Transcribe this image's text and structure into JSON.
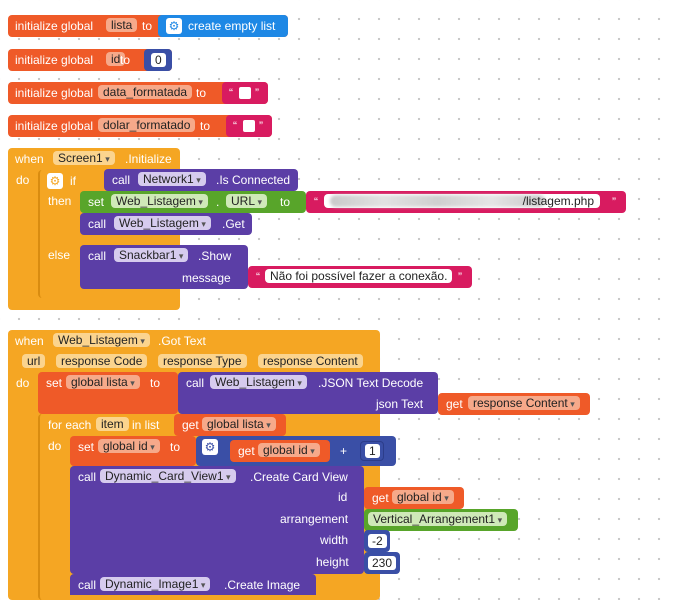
{
  "globals": [
    {
      "init_label": "initialize global",
      "name": "lista",
      "to": "to",
      "value": "create empty list"
    },
    {
      "init_label": "initialize global",
      "name": "id",
      "to": "to",
      "value": "0"
    },
    {
      "init_label": "initialize global",
      "name": "data_formatada",
      "to": "to",
      "value": ""
    },
    {
      "init_label": "initialize global",
      "name": "dolar_formatado",
      "to": "to",
      "value": ""
    }
  ],
  "screen_init": {
    "when": "when",
    "component": "Screen1",
    "event": ".Initialize",
    "do": "do",
    "if": "if",
    "call": "call",
    "network": "Network1",
    "is_connected": ".Is Connected",
    "then": "then",
    "set": "set",
    "web": "Web_Listagem",
    "dot": ".",
    "url_prop": "URL",
    "to": "to",
    "url_suffix": "/listagem.php",
    "call2": "call",
    "web2": "Web_Listagem",
    "get_method": ".Get",
    "else": "else",
    "call3": "call",
    "snackbar": "Snackbar1",
    "show": ".Show",
    "message": "message",
    "message_text": "Não foi possível fazer a conexão."
  },
  "got_text": {
    "when": "when",
    "component": "Web_Listagem",
    "event": ".Got Text",
    "params": [
      "url",
      "response Code",
      "response Type",
      "response Content"
    ],
    "do": "do",
    "set": "set",
    "global_lista": "global lista",
    "to": "to",
    "call": "call",
    "web": "Web_Listagem",
    "json_decode": ".JSON Text Decode",
    "json_text": "json Text",
    "get": "get",
    "response_content": "response Content",
    "for_each": "for each",
    "item": "item",
    "in_list": "in list",
    "get2": "get",
    "global_lista2": "global lista",
    "do2": "do",
    "set2": "set",
    "global_id": "global id",
    "to2": "to",
    "get3": "get",
    "global_id2": "global id",
    "plus": "+",
    "one": "1",
    "call_card": "call",
    "card_component": "Dynamic_Card_View1",
    "create_card": ".Create Card View",
    "id_label": "id",
    "get4": "get",
    "global_id3": "global id",
    "arrangement_label": "arrangement",
    "arrangement_value": "Vertical_Arrangement1",
    "width_label": "width",
    "width_value": "-2",
    "height_label": "height",
    "height_value": "230",
    "call_image": "call",
    "image_component": "Dynamic_Image1",
    "create_image": ".Create Image"
  },
  "colors": {
    "variables": "#ef5a28",
    "control": "#f5a623",
    "component": "#5b3ea6",
    "setter_green": "#58a52a",
    "text": "#d81b60",
    "list": "#1e88e5",
    "math": "#3a4fa6"
  }
}
